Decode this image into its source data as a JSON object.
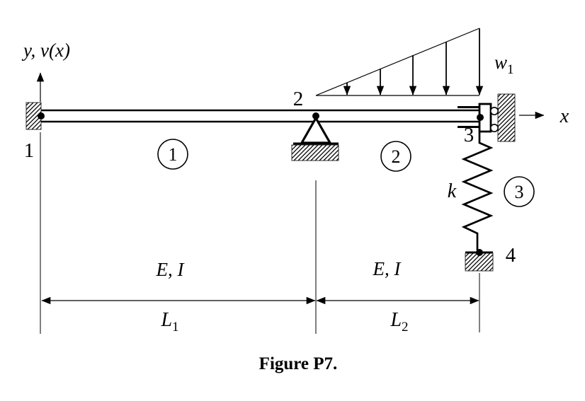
{
  "figure": {
    "caption": "Figure P7.",
    "colors": {
      "ink": "#000000",
      "background": "#ffffff"
    },
    "axis": {
      "y_label": "y, v(x)",
      "x_label": "x"
    },
    "nodes": {
      "n1": "1",
      "n2": "2",
      "n3": "3",
      "n4": "4"
    },
    "element_circles": {
      "e1": "1",
      "e2": "2",
      "e3": "3"
    },
    "load": {
      "symbol": "w",
      "subscript": "1"
    },
    "spring": {
      "stiffness_symbol": "k"
    },
    "segment1": {
      "material_label": "E, I",
      "length_symbol": "L",
      "length_subscript": "1"
    },
    "segment2": {
      "material_label": "E, I",
      "length_symbol": "L",
      "length_subscript": "2"
    }
  }
}
